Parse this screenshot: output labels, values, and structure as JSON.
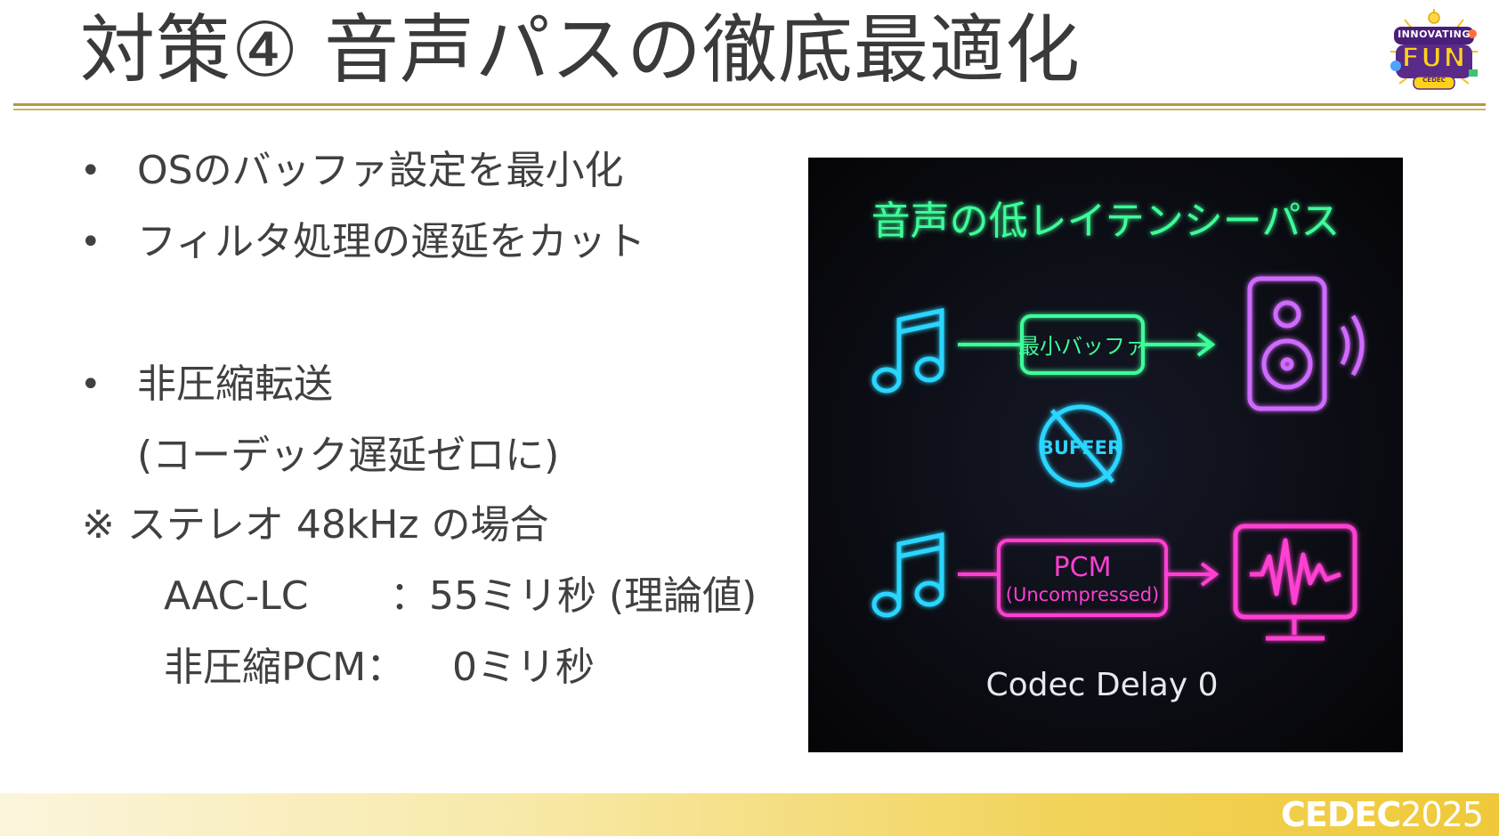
{
  "slide": {
    "title": "対策④ 音声パスの徹底最適化"
  },
  "logo": {
    "top_text": "INNOVATING",
    "main_text": "FUN",
    "sub_text": "CEDEC"
  },
  "bullets": {
    "marker": "•",
    "item1": "OSのバッファ設定を最小化",
    "item2": "フィルタ処理の遅延をカット",
    "item3": "非圧縮転送",
    "item3_sub": "(コーデック遅延ゼロに)",
    "note": "※ ステレオ 48kHz の場合",
    "row1_label": "AAC-LC",
    "row1_value": "：55ミリ秒 (理論値)",
    "row2_label": "非圧縮PCM：",
    "row2_value": "0ミリ秒"
  },
  "illustration": {
    "heading": "音声の低レイテンシーパス",
    "top_box": "最小バッファ",
    "buffer_badge": "BUFFER",
    "pcm_box_main": "PCM",
    "pcm_box_sub": "(Uncompressed)",
    "caption": "Codec Delay 0",
    "icons": [
      "music-note-icon",
      "speaker-icon",
      "no-buffer-icon",
      "monitor-waveform-icon"
    ],
    "colors": {
      "background": "#07080c",
      "green": "#3dff9a",
      "cyan": "#29d6ff",
      "magenta": "#ff3fd2",
      "purple": "#d06bff"
    }
  },
  "footer": {
    "brand_bold": "CEDEC",
    "brand_year": "2025"
  }
}
